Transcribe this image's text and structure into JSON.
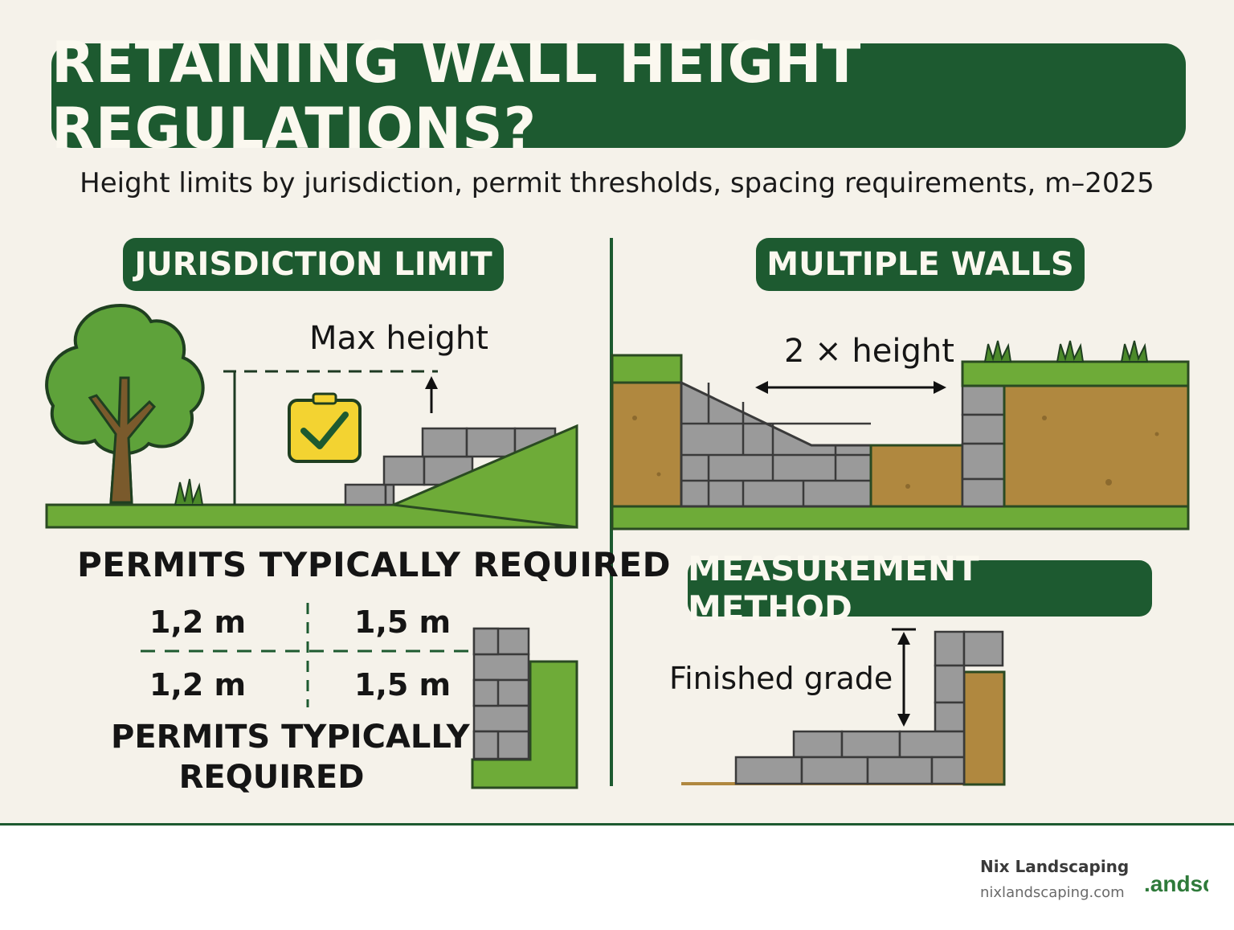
{
  "title": "RETAINING WALL HEIGHT REGULATIONS?",
  "subtitle": "Height limits by jurisdiction, permit thresholds, spacing requirements, m–2025",
  "sections": {
    "jurisdiction": {
      "heading": "JURISDICTION LIMIT",
      "max_height_label": "Max height",
      "permits_heading": "PERMITS TYPICALLY REQUIRED",
      "thresholds": [
        "1,2 m",
        "1,5 m",
        "1,2 m",
        "1,5 m"
      ],
      "permits_note_line1": "PERMITS TYPICALLY",
      "permits_note_line2": "REQUIRED"
    },
    "multiple_walls": {
      "heading": "MULTIPLE WALLS",
      "spacing_label": "2 × height"
    },
    "measurement": {
      "heading": "MEASUREMENT METHOD",
      "grade_label": "Finished grade"
    }
  },
  "footer": {
    "company": "Nix Landscaping",
    "url": "nixlandscaping.com",
    "logo_text": ".andsc"
  },
  "colors": {
    "dark_green": "#1d5a30",
    "grass_green": "#6eab38",
    "soil_brown": "#b0883f",
    "stone_gray": "#9a9a9a",
    "check_yellow": "#f3d331",
    "background": "#f5f2ea"
  }
}
